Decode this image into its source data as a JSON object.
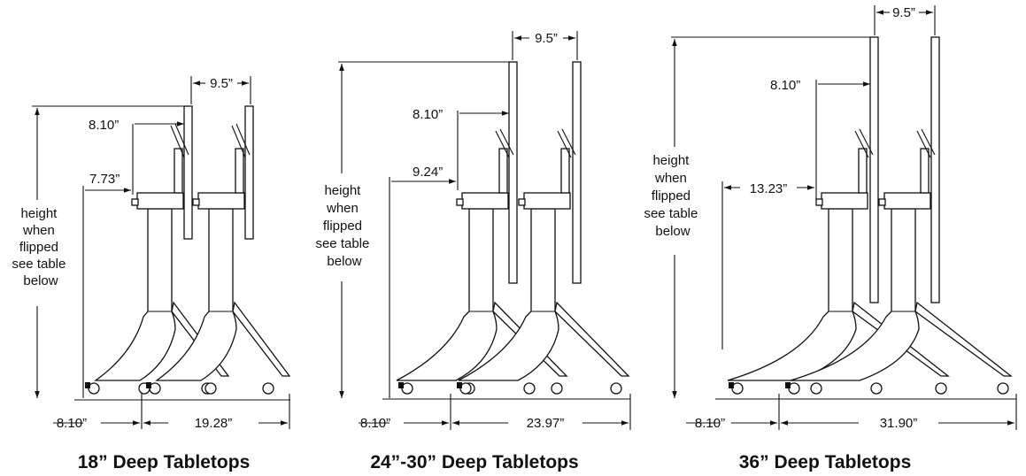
{
  "diagrams": [
    {
      "caption": "18” Deep Tabletops",
      "top_offset": "9.5”",
      "upper_offset": "8.10”",
      "lower_offset": "7.73”",
      "height_note": [
        "height",
        "when",
        "flipped",
        "see table",
        "below"
      ],
      "base_left": "8.10”",
      "base_right": "19.28”"
    },
    {
      "caption": "24”-30” Deep Tabletops",
      "top_offset": "9.5”",
      "upper_offset": "8.10”",
      "lower_offset": "9.24”",
      "height_note": [
        "height",
        "when",
        "flipped",
        "see table",
        "below"
      ],
      "base_left": "8.10”",
      "base_right": "23.97”"
    },
    {
      "caption": "36” Deep Tabletops",
      "top_offset": "9.5”",
      "upper_offset": "8.10”",
      "lower_offset": "13.23”",
      "height_note": [
        "height",
        "when",
        "flipped",
        "see table",
        "below"
      ],
      "base_left": "8.10”",
      "base_right": "31.90”"
    }
  ]
}
